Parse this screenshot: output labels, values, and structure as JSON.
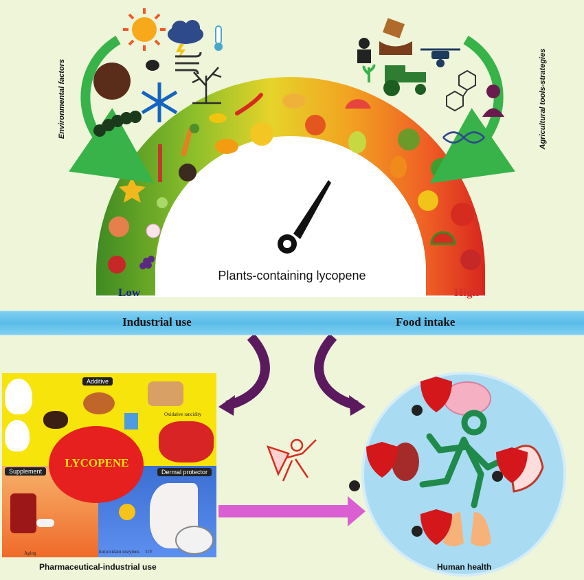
{
  "gauge": {
    "title": "Plants-containing lycopene",
    "low_label": "Low",
    "high_label": "High",
    "low_color": "#1a237e",
    "high_color": "#d32f2f"
  },
  "left_side_label": "Environmental factors",
  "right_side_label": "Agricultural tools-strategies",
  "band": {
    "left_label": "Industrial use",
    "right_label": "Food intake"
  },
  "pharma": {
    "additive_label": "Additive",
    "supplement_label": "Supplement",
    "dermal_label": "Dermal protector",
    "center_label": "LYCOPENE",
    "oxidative_note": "Oxidative rancidity",
    "aging_note": "Aging",
    "antioxidant_note": "Antioxidant enzymes",
    "uv_note": "UV",
    "caption": "Pharmaceutical-industrial use"
  },
  "health": {
    "caption": "Human health"
  },
  "colors": {
    "background": "#eef5d9",
    "band": "#5bbce8",
    "arrow_purple": "#5b1a5e",
    "arrow_pink": "#d95fd3",
    "health_circle": "#a9dcf2"
  },
  "icons": [
    "sun-icon",
    "cloud-storm-icon",
    "thermometer-icon",
    "moon-icon",
    "bug-icon",
    "wind-icon",
    "dead-tree-icon",
    "snowflake-icon",
    "caterpillar-icon",
    "farmer-icon",
    "soil-icon",
    "drone-icon",
    "sprout-icon",
    "tractor-icon",
    "molecule-icon",
    "scientist-icon",
    "dna-icon",
    "superhero-icon",
    "runner-icon",
    "brain-icon",
    "kidney-icon",
    "heart-icon",
    "lungs-icon",
    "shield-icon",
    "germ-icon"
  ]
}
